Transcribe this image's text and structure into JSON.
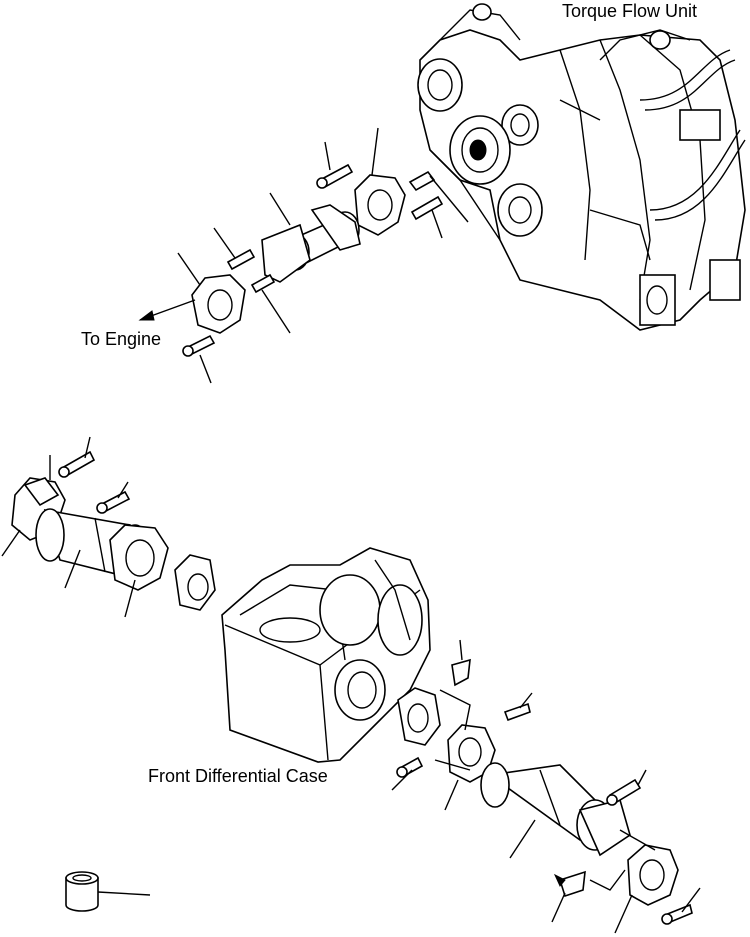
{
  "labels": {
    "torque_flow_unit": "Torque Flow Unit",
    "to_engine": "To Engine",
    "front_differential_case": "Front Differential Case"
  },
  "icons": {
    "arrow": "left-arrow",
    "parts": [
      "flange-icon",
      "bolt-icon",
      "grease-fitting-icon",
      "drive-shaft-icon",
      "cylinder-icon"
    ]
  }
}
